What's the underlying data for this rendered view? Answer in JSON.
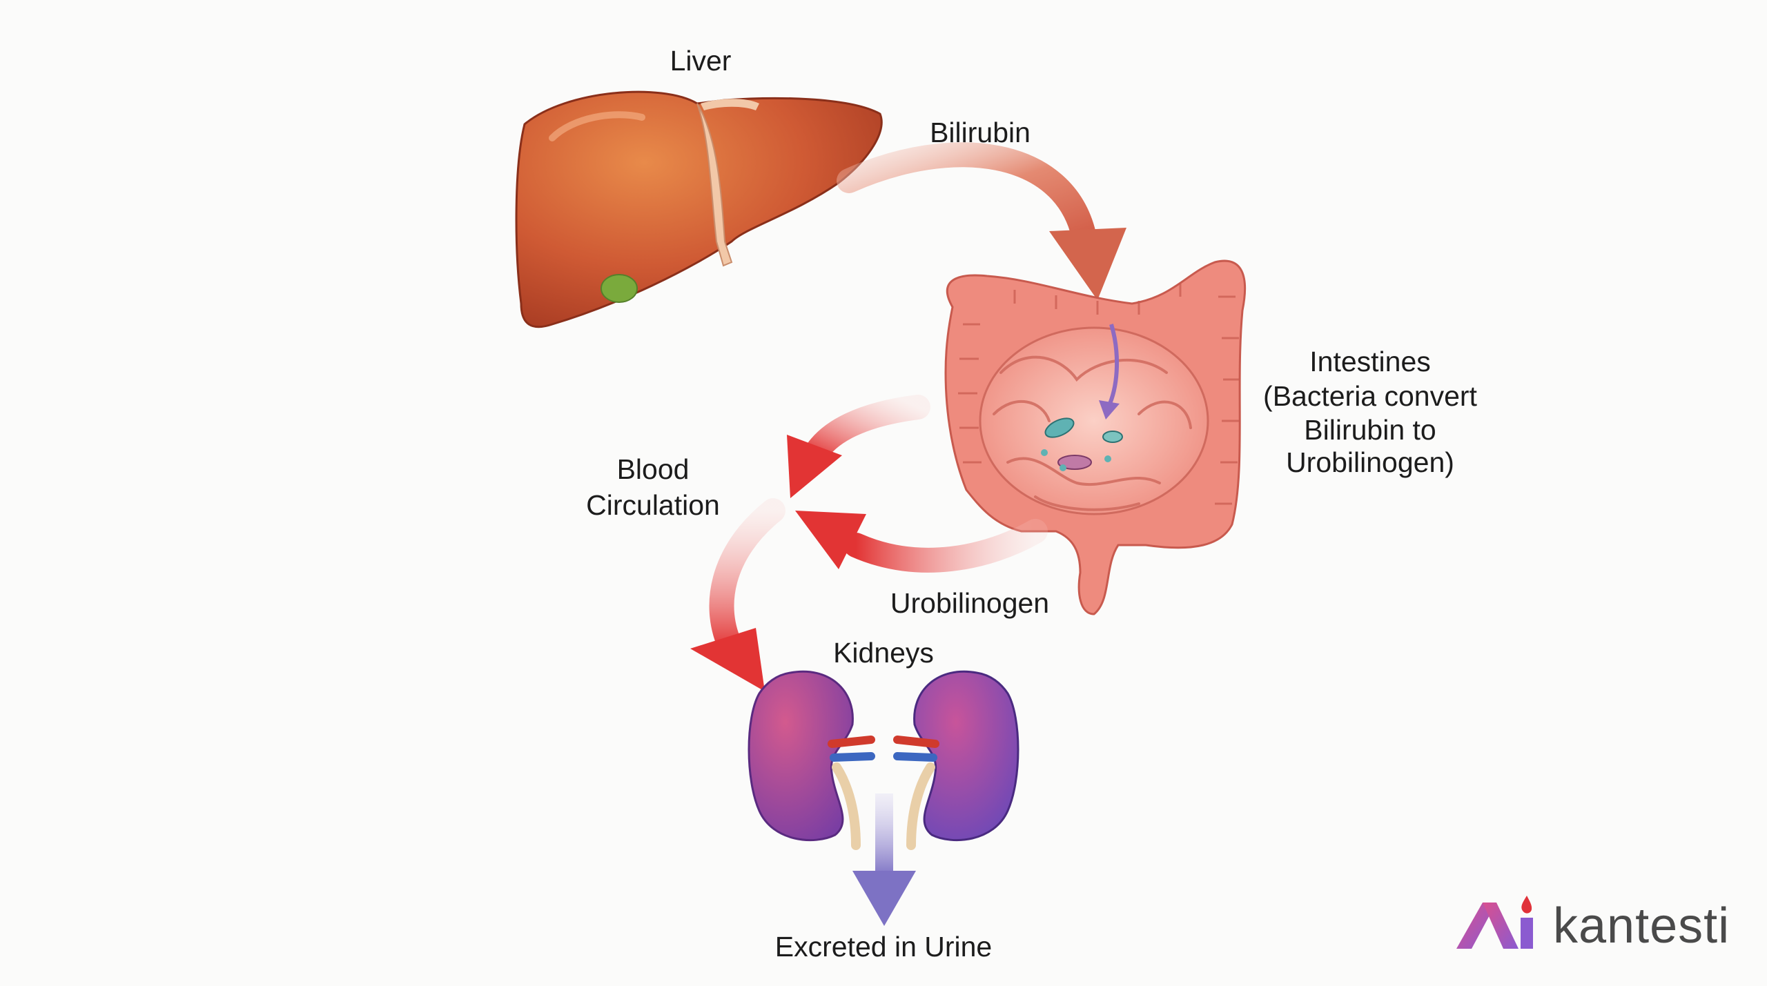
{
  "diagram": {
    "labels": {
      "liver": "Liver",
      "bilirubin": "Bilirubin",
      "intestines_title": "Intestines",
      "intestines_note_1": "(Bacteria convert",
      "intestines_note_2": "Bilirubin to",
      "intestines_note_3": "Urobilinogen)",
      "blood_1": "Blood",
      "blood_2": "Circulation",
      "urobilinogen": "Urobilinogen",
      "kidneys": "Kidneys",
      "excreted": "Excreted in Urine"
    },
    "nodes": [
      "Liver",
      "Intestines",
      "Blood Circulation",
      "Kidneys",
      "Excreted in Urine"
    ],
    "edges": [
      {
        "from": "Liver",
        "to": "Intestines",
        "label": "Bilirubin"
      },
      {
        "from": "Intestines",
        "to": "Blood Circulation",
        "label": ""
      },
      {
        "from": "Intestines",
        "to": "Blood Circulation",
        "label": "Urobilinogen"
      },
      {
        "from": "Blood Circulation",
        "to": "Kidneys",
        "label": ""
      },
      {
        "from": "Kidneys",
        "to": "Excreted in Urine",
        "label": ""
      }
    ]
  },
  "brand": {
    "wordmark": "kantesti",
    "logo_icon": "kantesti-logo-icon"
  },
  "colors": {
    "background": "#fbfbfa",
    "liver": "#c8502f",
    "intestine": "#f0948a",
    "blood_arrow": "#e03a3a",
    "bilirubin_arrow": "#d9705a",
    "kidney": "#8a4fb0",
    "urine_arrow": "#8c82c8",
    "text": "#1c1c1c"
  }
}
